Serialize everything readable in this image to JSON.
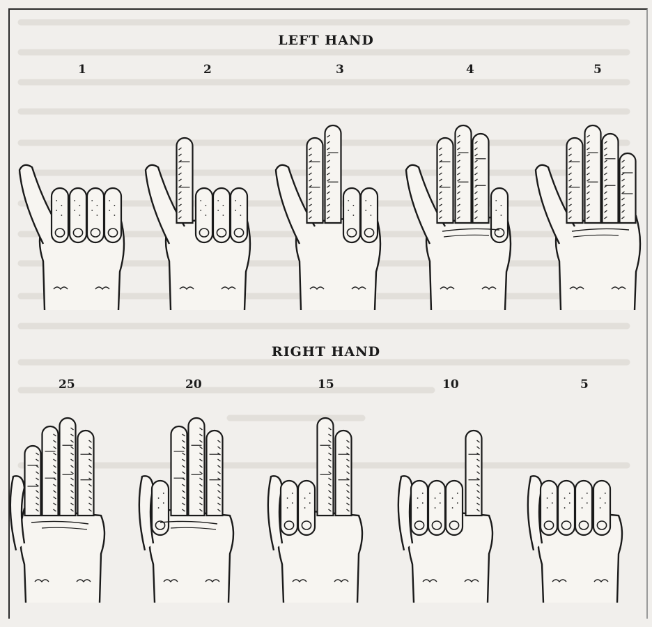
{
  "left_hand": {
    "title": "LEFT HAND",
    "counts": [
      "1",
      "2",
      "3",
      "4",
      "5"
    ]
  },
  "right_hand": {
    "title": "RIGHT HAND",
    "counts": [
      "25",
      "20",
      "15",
      "10",
      "5"
    ]
  },
  "colors": {
    "ink": "#1a1a1a",
    "paper": "#f1efec",
    "frame": "#2a2a2a"
  },
  "gestures": {
    "left": [
      {
        "raised": 0,
        "thumb": "out"
      },
      {
        "raised": 1,
        "thumb": "out"
      },
      {
        "raised": 2,
        "thumb": "out"
      },
      {
        "raised": 3,
        "thumb": "out"
      },
      {
        "raised": 4,
        "thumb": "out"
      }
    ],
    "right": [
      {
        "raised": 4,
        "thumb": "up"
      },
      {
        "raised": 3,
        "thumb": "up"
      },
      {
        "raised": 2,
        "thumb": "up"
      },
      {
        "raised": 1,
        "thumb": "up"
      },
      {
        "raised": 0,
        "thumb": "up"
      }
    ]
  }
}
